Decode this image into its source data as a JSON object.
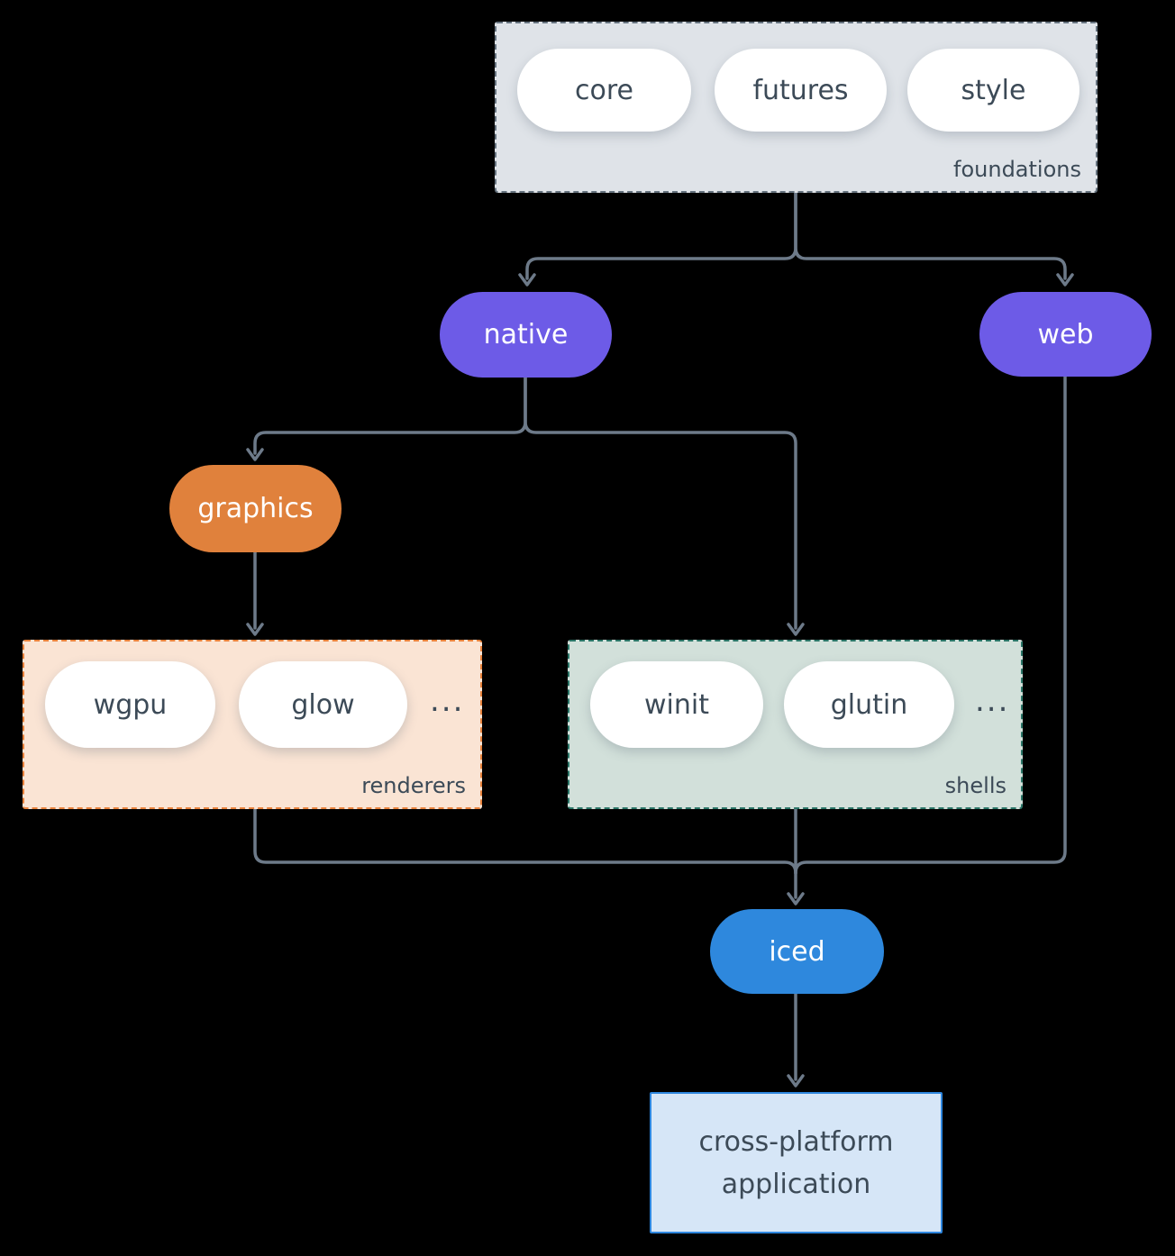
{
  "nodes": {
    "foundations": {
      "label": "foundations",
      "pills": [
        "core",
        "futures",
        "style"
      ]
    },
    "native": {
      "label": "native"
    },
    "web": {
      "label": "web"
    },
    "graphics": {
      "label": "graphics"
    },
    "renderers": {
      "label": "renderers",
      "pills": [
        "wgpu",
        "glow"
      ],
      "ellipsis": "..."
    },
    "shells": {
      "label": "shells",
      "pills": [
        "winit",
        "glutin"
      ],
      "ellipsis": "..."
    },
    "iced": {
      "label": "iced"
    },
    "application": {
      "lines": [
        "cross-platform",
        "application"
      ]
    }
  },
  "colors": {
    "background": "#000000",
    "connector_line": "#6d7a89",
    "text_dark": "#3c4a57",
    "pill_white": "#ffffff",
    "node_purple": "#6d5be7",
    "node_orange": "#e0813c",
    "node_blue": "#2e88dd",
    "foundations_bg": "#dfe3e8",
    "foundations_border": "#66737f",
    "renderers_bg": "#fae4d4",
    "renderers_border": "#e8823c",
    "shells_bg": "#d2e0da",
    "shells_border": "#2a7567",
    "application_bg": "#d6e6f7",
    "application_border": "#2e86de"
  }
}
